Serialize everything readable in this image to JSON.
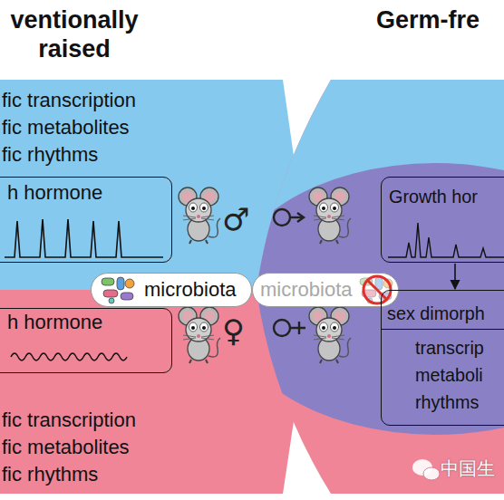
{
  "diagram": {
    "nodes": [
      {
        "text": [
          "fic transcription",
          "fic metabolites",
          "fic rhythms"
        ]
      },
      {
        "text": [
          "h hormone"
        ],
        "in": 0
      },
      {
        "text": [
          "microbiota"
        ]
      },
      {
        "text": [
          "fic transcription",
          "fic metabolites",
          "fic rhythms"
        ]
      },
      {
        "text": [
          "h hormone"
        ],
        "in": 3
      },
      {
        "text": [
          "microbiota"
        ]
      },
      {
        "text": [
          "Growth hor"
        ]
      },
      {
        "text": [
          "sex dimorph",
          "transcrip",
          "metaboli",
          "rhythms"
        ]
      }
    ],
    "edges": [
      {
        "from": 6,
        "to": 7,
        "arrow": "to"
      }
    ],
    "labels": [
      "ventionally raised",
      "Germ-fre",
      "♂",
      "♀",
      "中国生"
    ]
  }
}
